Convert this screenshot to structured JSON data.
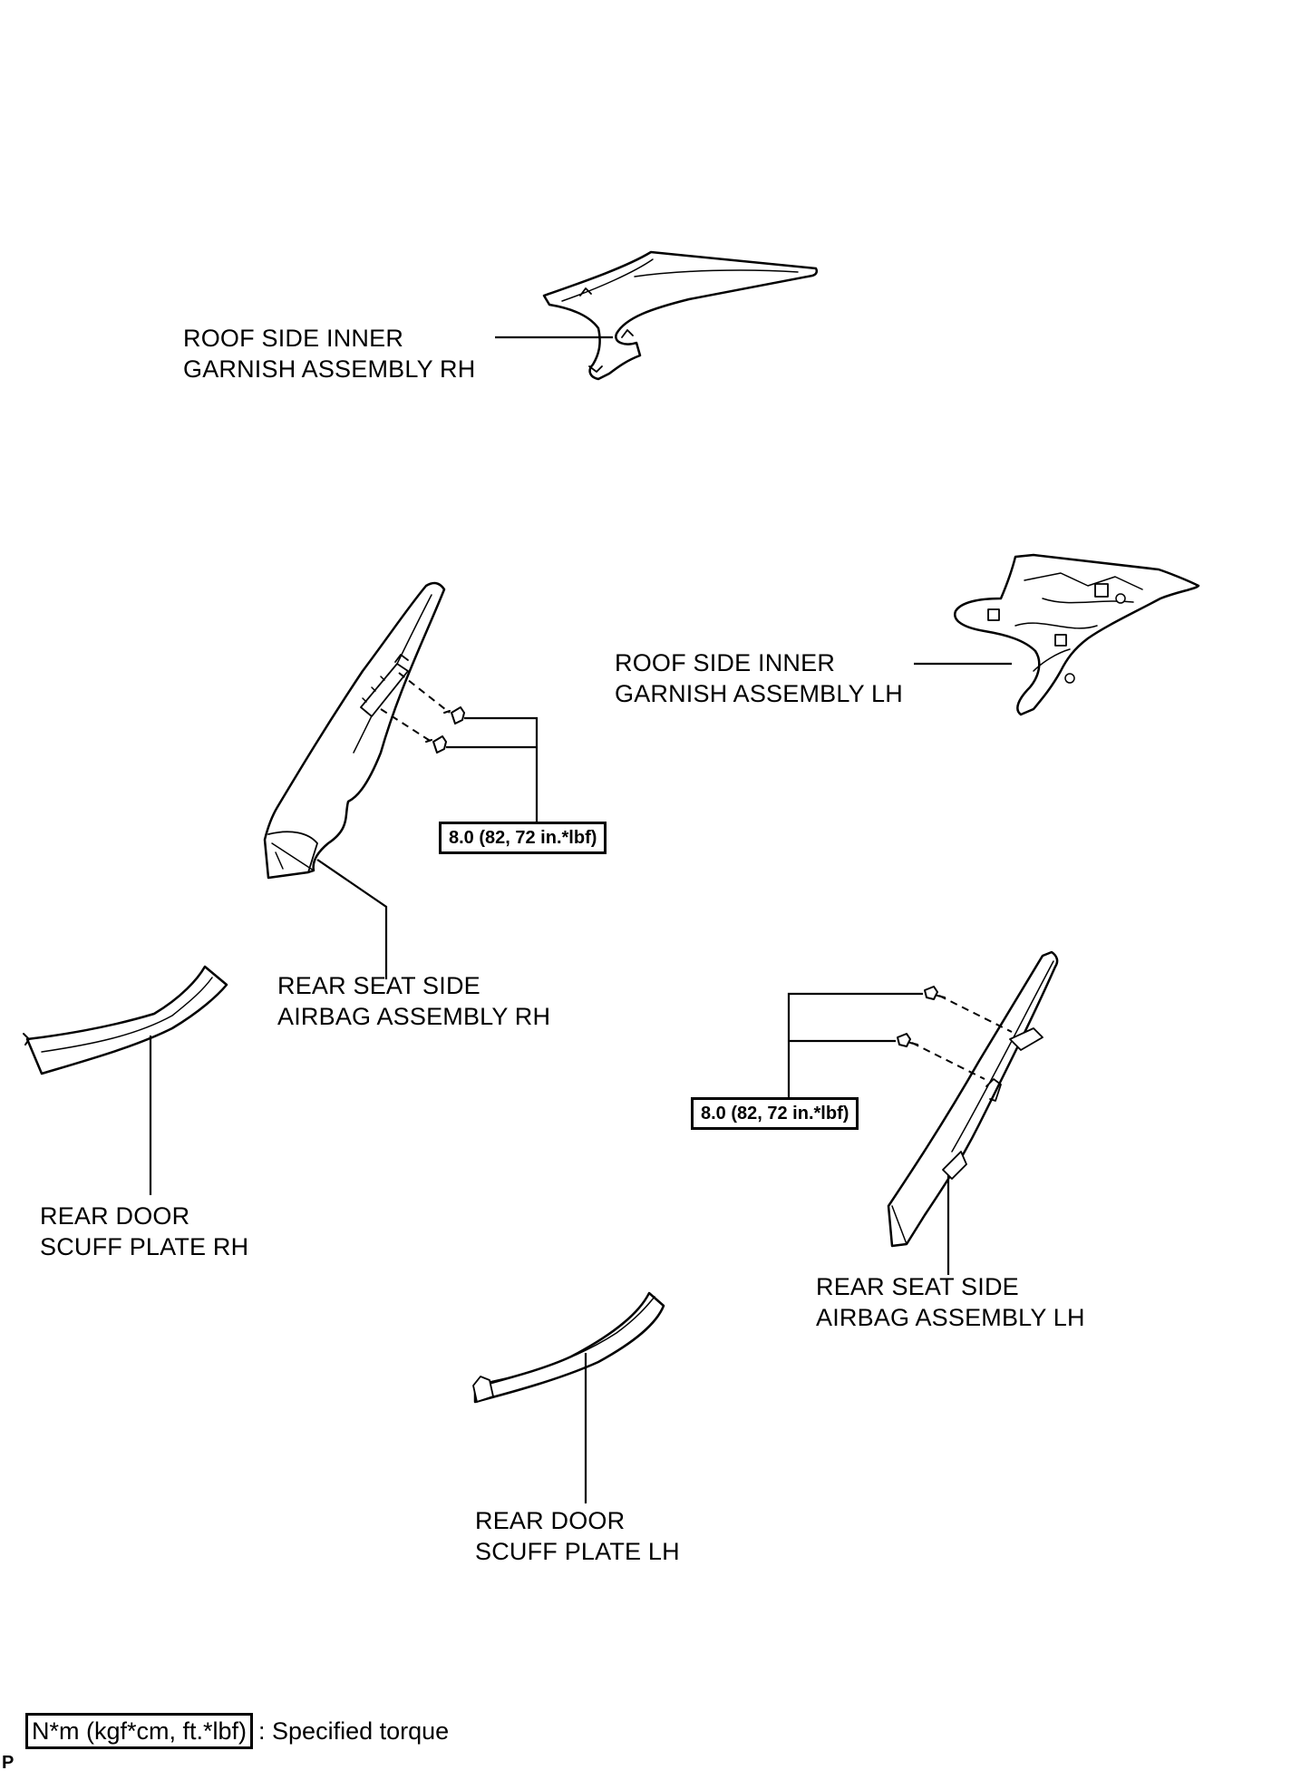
{
  "parts": {
    "roof_garnish_rh": [
      "ROOF SIDE INNER",
      "GARNISH ASSEMBLY RH"
    ],
    "roof_garnish_lh": [
      "ROOF SIDE INNER",
      "GARNISH ASSEMBLY LH"
    ],
    "airbag_rh": [
      "REAR SEAT SIDE",
      "AIRBAG ASSEMBLY RH"
    ],
    "airbag_lh": [
      "REAR SEAT SIDE",
      "AIRBAG ASSEMBLY LH"
    ],
    "scuff_rh": [
      "REAR DOOR",
      "SCUFF PLATE RH"
    ],
    "scuff_lh": [
      "REAR DOOR",
      "SCUFF PLATE LH"
    ]
  },
  "torque": {
    "rh_bolts": "8.0 (82, 72 in.*lbf)",
    "lh_bolts": "8.0 (82, 72 in.*lbf)"
  },
  "legend": {
    "unit": "N*m (kgf*cm, ft.*lbf)",
    "description": ": Specified torque"
  },
  "corner_mark": "P"
}
